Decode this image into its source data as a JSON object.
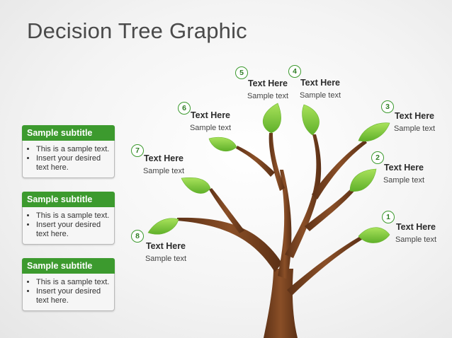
{
  "title": "Decision Tree Graphic",
  "subtitle_boxes": [
    {
      "heading": "Sample subtitle",
      "bullets": [
        "This is a sample text.",
        "Insert your desired text here."
      ]
    },
    {
      "heading": "Sample subtitle",
      "bullets": [
        "This is a sample text.",
        "Insert your desired text here."
      ]
    },
    {
      "heading": "Sample subtitle",
      "bullets": [
        "This is a sample text.",
        "Insert your desired text here."
      ]
    }
  ],
  "leaves": [
    {
      "number": "1",
      "title": "Text Here",
      "text": "Sample text"
    },
    {
      "number": "2",
      "title": "Text Here",
      "text": "Sample text"
    },
    {
      "number": "3",
      "title": "Text Here",
      "text": "Sample text"
    },
    {
      "number": "4",
      "title": "Text Here",
      "text": "Sample text"
    },
    {
      "number": "5",
      "title": "Text Here",
      "text": "Sample text"
    },
    {
      "number": "6",
      "title": "Text Here",
      "text": "Sample text"
    },
    {
      "number": "7",
      "title": "Text Here",
      "text": "Sample text"
    },
    {
      "number": "8",
      "title": "Text Here",
      "text": "Sample text"
    }
  ],
  "colors": {
    "accent_green": "#3c9a2e",
    "trunk_brown": "#7a4421",
    "leaf_green": "#8ed63f"
  }
}
